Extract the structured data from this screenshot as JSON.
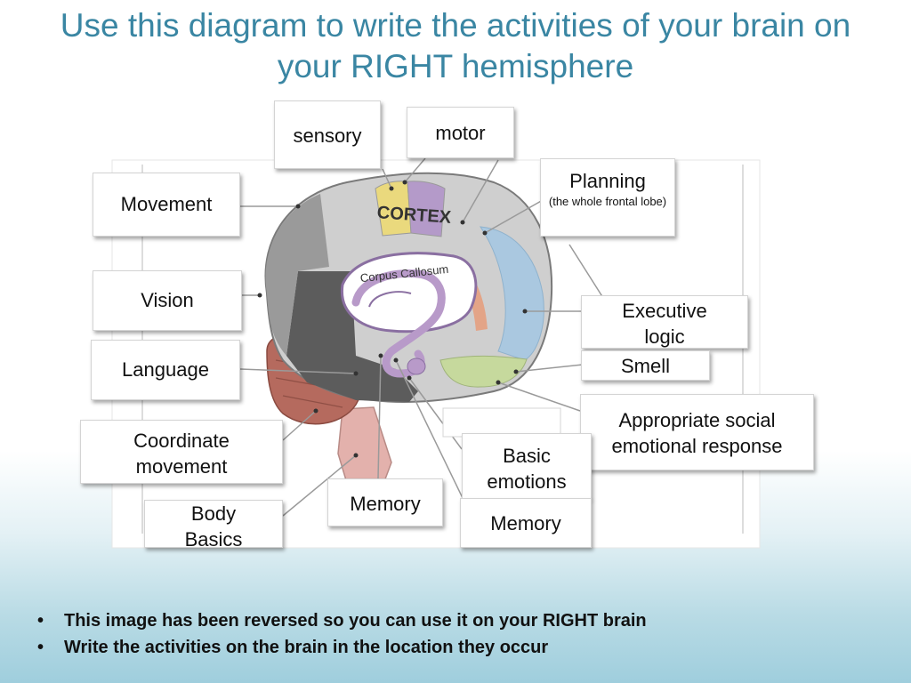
{
  "title": "Use this diagram to write the activities of your brain on your RIGHT hemisphere",
  "brain_text": {
    "cortex": "CORTEX",
    "corpus_callosum": "Corpus Callosum"
  },
  "labels": {
    "sensory": "sensory",
    "motor": "motor",
    "movement": "Movement",
    "planning": "Planning",
    "planning_sub": "(the whole frontal lobe)",
    "vision": "Vision",
    "executive": "Executive logic",
    "language": "Language",
    "smell": "Smell",
    "coordinate": "Coordinate movement",
    "social": "Appropriate social emotional response",
    "basic_emotions": "Basic emotions",
    "body_basics": "Body Basics",
    "memory_1": "Memory",
    "memory_2": "Memory"
  },
  "bullets": [
    "This image has been reversed so you can use it on your RIGHT brain",
    "Write the activities on the brain in the location they occur"
  ],
  "colors": {
    "title": "#3a86a3",
    "sensory_region": "#ead97d",
    "motor_region": "#b49ac9",
    "frontal_region": "#aac8e0",
    "cerebellum": "#b56a5e",
    "limbic": "#b89ac9"
  }
}
